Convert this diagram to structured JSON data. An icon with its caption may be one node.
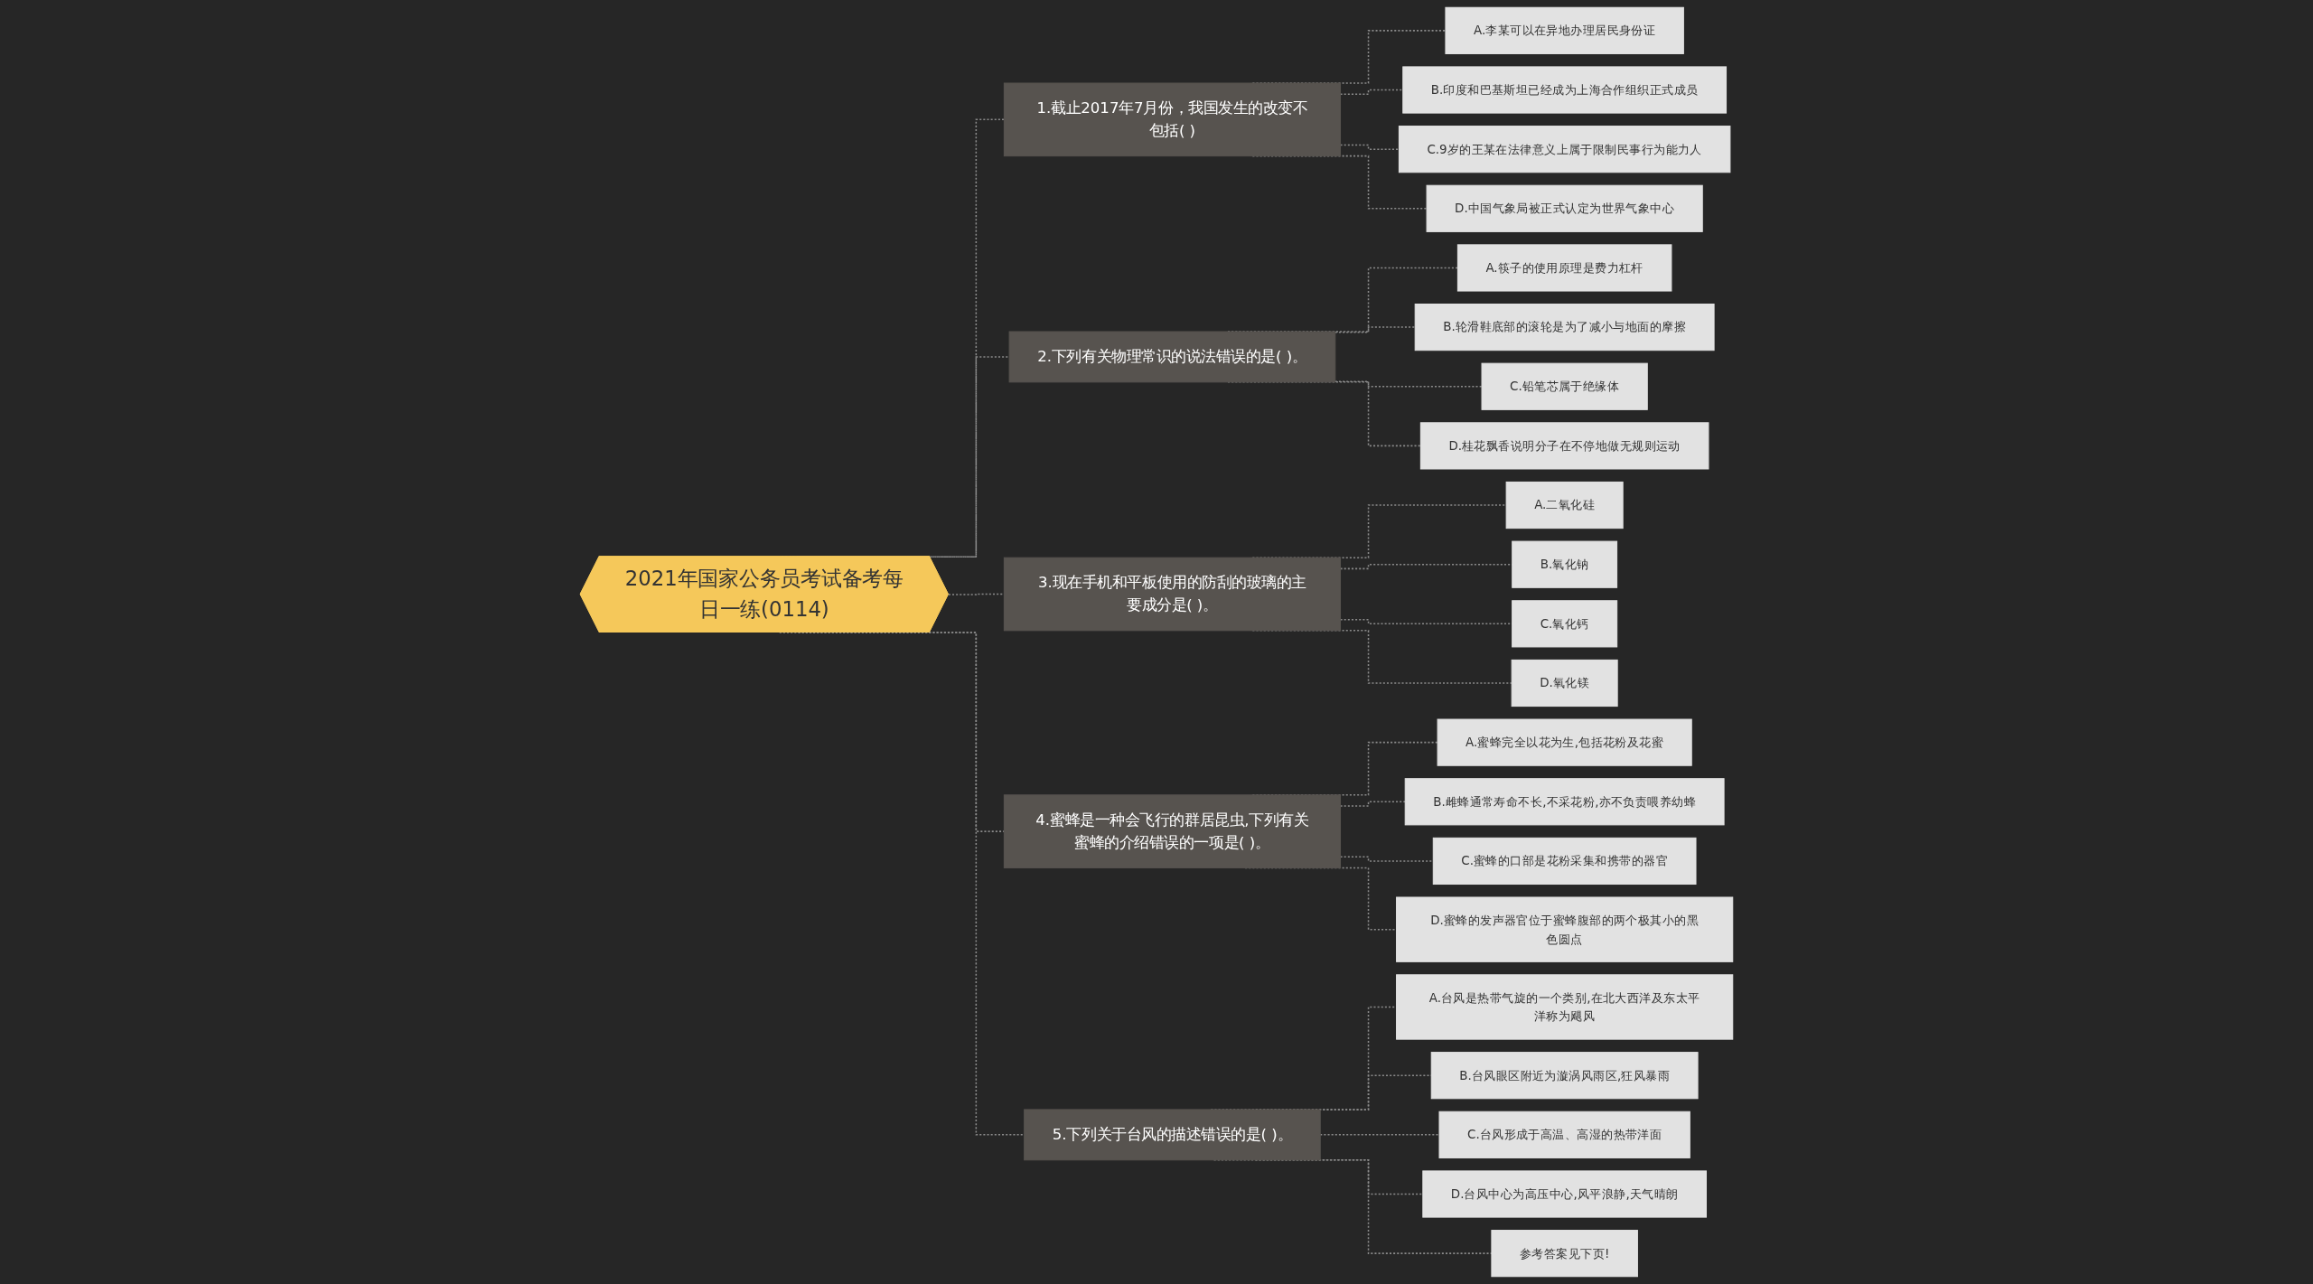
{
  "diagram": {
    "nodes": [
      {
        "text": [
          "2021年国家公务员考试备考每日一练(0114)"
        ]
      },
      {
        "text": [
          "1.截止2017年7月份，我国发生的改变不包括( )"
        ]
      },
      {
        "text": [
          "A.李某可以在异地办理居民身份证"
        ]
      },
      {
        "text": [
          "B.印度和巴基斯坦已经成为上海合作组织正式成员"
        ]
      },
      {
        "text": [
          "C.9岁的王某在法律意义上属于限制民事行为能力人"
        ]
      },
      {
        "text": [
          "D.中国气象局被正式认定为世界气象中心"
        ]
      },
      {
        "text": [
          "2.下列有关物理常识的说法错误的是( )。"
        ]
      },
      {
        "text": [
          "A.筷子的使用原理是费力杠杆"
        ]
      },
      {
        "text": [
          "B.轮滑鞋底部的滚轮是为了减小与地面的摩擦"
        ]
      },
      {
        "text": [
          "C.铅笔芯属于绝缘体"
        ]
      },
      {
        "text": [
          "D.桂花飘香说明分子在不停地做无规则运动"
        ]
      },
      {
        "text": [
          "3.现在手机和平板使用的防刮的玻璃的主要成分是( )。"
        ]
      },
      {
        "text": [
          "A.二氧化硅"
        ]
      },
      {
        "text": [
          "B.氧化钠"
        ]
      },
      {
        "text": [
          "C.氧化钙"
        ]
      },
      {
        "text": [
          "D.氧化镁"
        ]
      },
      {
        "text": [
          "4.蜜蜂是一种会飞行的群居昆虫,下列有关蜜蜂的介绍错误的一项是( )。"
        ]
      },
      {
        "text": [
          "A.蜜蜂完全以花为生,包括花粉及花蜜"
        ]
      },
      {
        "text": [
          "B.雌蜂通常寿命不长,不采花粉,亦不负责喂养幼蜂"
        ]
      },
      {
        "text": [
          "C.蜜蜂的口部是花粉采集和携带的器官"
        ]
      },
      {
        "text": [
          "D.蜜蜂的发声器官位于蜜蜂腹部的两个极其小的黑色圆点"
        ]
      },
      {
        "text": [
          "5.下列关于台风的描述错误的是( )。"
        ]
      },
      {
        "text": [
          "A.台风是热带气旋的一个类别,在北大西洋及东太平洋称为飓风"
        ]
      },
      {
        "text": [
          "B.台风眼区附近为漩涡风雨区,狂风暴雨"
        ]
      },
      {
        "text": [
          "C.台风形成于高温、高湿的热带洋面"
        ]
      },
      {
        "text": [
          "D.台风中心为高压中心,风平浪静,天气晴朗"
        ]
      },
      {
        "text": [
          "参考答案见下页!"
        ]
      }
    ],
    "edges": [
      {
        "from": 0,
        "to": 1,
        "arrow": "none",
        "style": "dashed"
      },
      {
        "from": 1,
        "to": 2,
        "arrow": "none",
        "style": "dashed"
      },
      {
        "from": 1,
        "to": 3,
        "arrow": "none",
        "style": "dashed"
      },
      {
        "from": 1,
        "to": 4,
        "arrow": "none",
        "style": "dashed"
      },
      {
        "from": 1,
        "to": 5,
        "arrow": "none",
        "style": "dashed"
      },
      {
        "from": 0,
        "to": 6,
        "arrow": "none",
        "style": "dashed"
      },
      {
        "from": 6,
        "to": 7,
        "arrow": "none",
        "style": "dashed"
      },
      {
        "from": 6,
        "to": 8,
        "arrow": "none",
        "style": "dashed"
      },
      {
        "from": 6,
        "to": 9,
        "arrow": "none",
        "style": "dashed"
      },
      {
        "from": 6,
        "to": 10,
        "arrow": "none",
        "style": "dashed"
      },
      {
        "from": 0,
        "to": 11,
        "arrow": "none",
        "style": "dashed"
      },
      {
        "from": 11,
        "to": 12,
        "arrow": "none",
        "style": "dashed"
      },
      {
        "from": 11,
        "to": 13,
        "arrow": "none",
        "style": "dashed"
      },
      {
        "from": 11,
        "to": 14,
        "arrow": "none",
        "style": "dashed"
      },
      {
        "from": 11,
        "to": 15,
        "arrow": "none",
        "style": "dashed"
      },
      {
        "from": 0,
        "to": 16,
        "arrow": "none",
        "style": "dashed"
      },
      {
        "from": 16,
        "to": 17,
        "arrow": "none",
        "style": "dashed"
      },
      {
        "from": 16,
        "to": 18,
        "arrow": "none",
        "style": "dashed"
      },
      {
        "from": 16,
        "to": 19,
        "arrow": "none",
        "style": "dashed"
      },
      {
        "from": 16,
        "to": 20,
        "arrow": "none",
        "style": "dashed"
      },
      {
        "from": 0,
        "to": 21,
        "arrow": "none",
        "style": "dashed"
      },
      {
        "from": 21,
        "to": 22,
        "arrow": "none",
        "style": "dashed"
      },
      {
        "from": 21,
        "to": 23,
        "arrow": "none",
        "style": "dashed"
      },
      {
        "from": 21,
        "to": 24,
        "arrow": "none",
        "style": "dashed"
      },
      {
        "from": 21,
        "to": 25,
        "arrow": "none",
        "style": "dashed"
      },
      {
        "from": 21,
        "to": 26,
        "arrow": "none",
        "style": "dashed"
      }
    ]
  }
}
